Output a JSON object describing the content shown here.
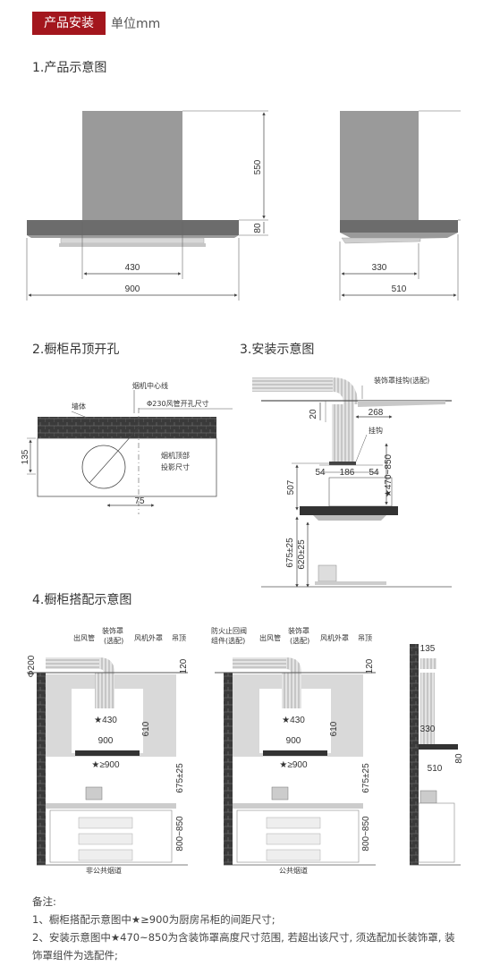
{
  "header": {
    "badge": "产品安装",
    "unit": "单位mm"
  },
  "sections": {
    "s1": "1.产品示意图",
    "s2": "2.橱柜吊顶开孔",
    "s3": "3.安装示意图",
    "s4": "4.橱柜搭配示意图"
  },
  "product": {
    "front": {
      "height_top": "550",
      "height_body": "80",
      "inner_width": "430",
      "width": "900"
    },
    "side": {
      "inner_depth": "330",
      "depth": "510"
    }
  },
  "cabinet": {
    "center_line": "烟机中心线",
    "wall": "墙体",
    "duct_hole": "Φ230风管开孔尺寸",
    "projection_l1": "烟机顶部",
    "projection_l2": "投影尺寸",
    "dim_135": "135",
    "dim_75": "75"
  },
  "install": {
    "cover_hook": "装饰罩挂钩(选配)",
    "hook": "挂钩",
    "d20": "20",
    "d268": "268",
    "d54a": "54",
    "d186": "186",
    "d54b": "54",
    "d507": "507",
    "d470": "★470~850",
    "d675": "675±25",
    "d620": "620±25"
  },
  "match": {
    "d200": "Φ200",
    "outlet": "出风管",
    "cover_l1": "装饰罩",
    "cover_l2": "(选配)",
    "fan_cover": "风机外罩",
    "ceiling": "吊顶",
    "firestop_l1": "防火止回阀",
    "firestop_l2": "组件(选配)",
    "d120": "120",
    "d430": "★430",
    "d610": "610",
    "d900": "900",
    "dge900": "★≥900",
    "d675": "675±25",
    "d800": "800~850",
    "private_flue": "非公共烟道",
    "public_flue": "公共烟道",
    "d135": "135",
    "d330": "330",
    "d510": "510",
    "d80": "80"
  },
  "notes": {
    "title": "备注:",
    "n1": "1、橱柜搭配示意图中★≥900为厨房吊柜的间距尺寸;",
    "n2": "2、安装示意图中★470~850为含装饰罩高度尺寸范围, 若超出该尺寸, 须选配加长装饰罩, 装饰罩组件为选配件;"
  }
}
